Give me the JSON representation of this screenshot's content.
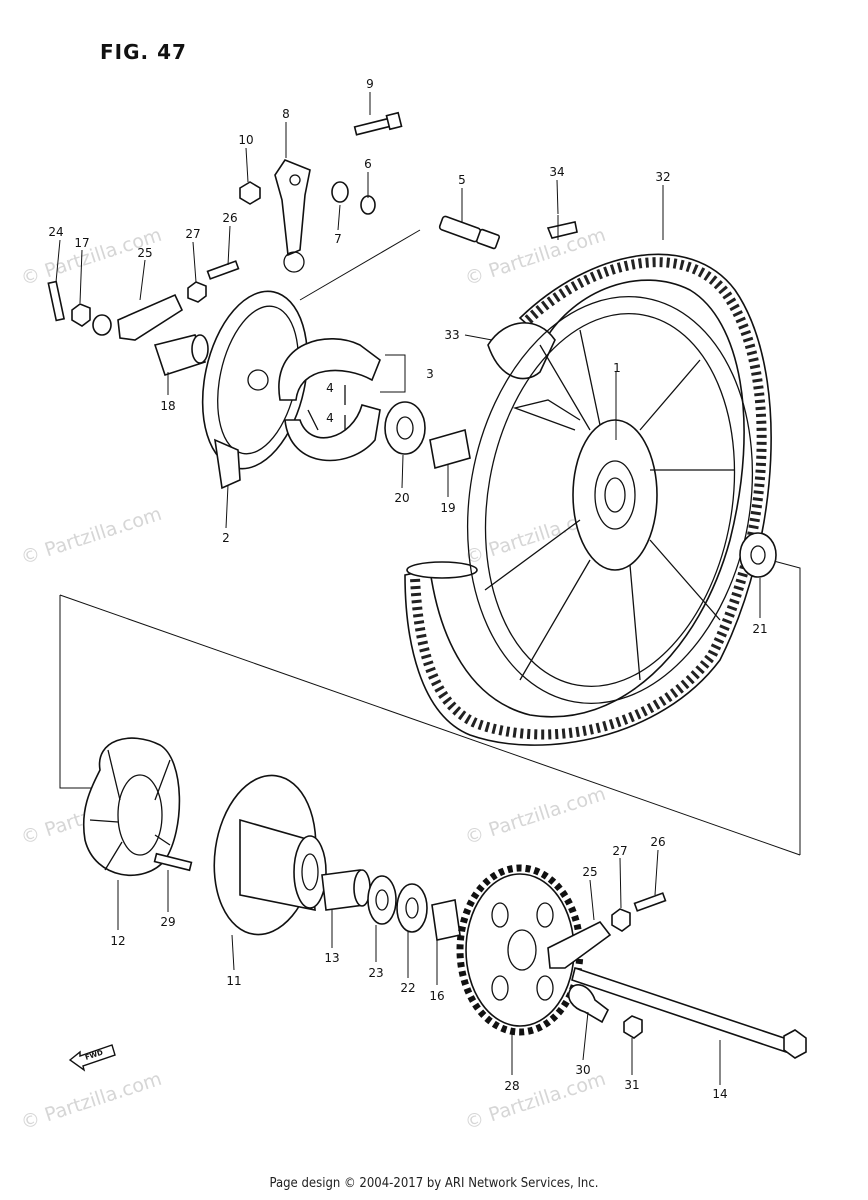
{
  "title": "FIG. 47",
  "footer": "Page design © 2004-2017 by ARI Network Services, Inc.",
  "watermark": "© Partzilla.com",
  "fwd_label": "FWD",
  "callouts": {
    "c1": "1",
    "c2": "2",
    "c3": "3",
    "c4a": "4",
    "c4b": "4",
    "c5": "5",
    "c6": "6",
    "c7": "7",
    "c8": "8",
    "c9": "9",
    "c10": "10",
    "c11": "11",
    "c12": "12",
    "c13": "13",
    "c14": "14",
    "c16": "16",
    "c17": "17",
    "c18": "18",
    "c19": "19",
    "c20": "20",
    "c21": "21",
    "c22": "22",
    "c23": "23",
    "c24": "24",
    "c25a": "25",
    "c25b": "25",
    "c26a": "26",
    "c26b": "26",
    "c27a": "27",
    "c27b": "27",
    "c28": "28",
    "c29": "29",
    "c30": "30",
    "c31": "31",
    "c32": "32",
    "c33": "33",
    "c34": "34"
  }
}
